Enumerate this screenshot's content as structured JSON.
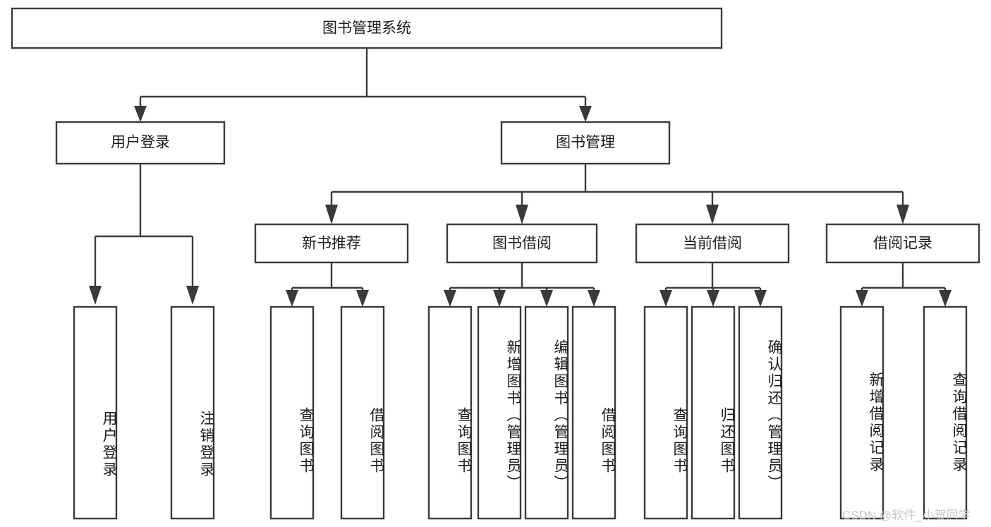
{
  "diagram": {
    "title": "图书管理系统",
    "type": "hierarchy-tree",
    "levels": 4,
    "root": {
      "id": "root",
      "label": "图书管理系统",
      "orientation": "horizontal"
    },
    "level2": [
      {
        "id": "user-login",
        "label": "用户登录",
        "orientation": "horizontal"
      },
      {
        "id": "book-manage",
        "label": "图书管理",
        "orientation": "horizontal"
      }
    ],
    "level3": [
      {
        "id": "new-book-recommend",
        "label": "新书推荐",
        "orientation": "horizontal"
      },
      {
        "id": "book-borrow",
        "label": "图书借阅",
        "orientation": "horizontal"
      },
      {
        "id": "current-borrow",
        "label": "当前借阅",
        "orientation": "horizontal"
      },
      {
        "id": "borrow-record",
        "label": "借阅记录",
        "orientation": "horizontal"
      }
    ],
    "leaves": [
      {
        "id": "leaf-user-login",
        "label": "用户登录",
        "parent": "user-login",
        "orientation": "vertical"
      },
      {
        "id": "leaf-user-logout",
        "label": "注销登录",
        "parent": "user-login",
        "orientation": "vertical"
      },
      {
        "id": "leaf-query-book-1",
        "label": "查询图书",
        "parent": "new-book-recommend",
        "orientation": "vertical"
      },
      {
        "id": "leaf-borrow-book-1",
        "label": "借阅图书",
        "parent": "new-book-recommend",
        "orientation": "vertical"
      },
      {
        "id": "leaf-query-book-2",
        "label": "查询图书",
        "parent": "book-borrow",
        "orientation": "vertical"
      },
      {
        "id": "leaf-add-book",
        "label": "新增图书（管理员）",
        "parent": "book-borrow",
        "orientation": "vertical"
      },
      {
        "id": "leaf-edit-book",
        "label": "编辑图书（管理员）",
        "parent": "book-borrow",
        "orientation": "vertical"
      },
      {
        "id": "leaf-borrow-book-2",
        "label": "借阅图书",
        "parent": "book-borrow",
        "orientation": "vertical"
      },
      {
        "id": "leaf-query-book-3",
        "label": "查询图书",
        "parent": "current-borrow",
        "orientation": "vertical"
      },
      {
        "id": "leaf-return-book",
        "label": "归还图书",
        "parent": "current-borrow",
        "orientation": "vertical"
      },
      {
        "id": "leaf-confirm-return",
        "label": "确认归还（管理员）",
        "parent": "current-borrow",
        "orientation": "vertical"
      },
      {
        "id": "leaf-add-record",
        "label": "新增借阅记录",
        "parent": "borrow-record",
        "orientation": "vertical"
      },
      {
        "id": "leaf-query-record",
        "label": "查询借阅记录",
        "parent": "borrow-record",
        "orientation": "vertical"
      }
    ]
  },
  "watermark": {
    "text": "CSDN @软件_小贺同学"
  },
  "colors": {
    "stroke": "#3a3a3a",
    "fill": "#ffffff",
    "text": "#1b1b1b",
    "watermark": "#c8c8c8"
  }
}
